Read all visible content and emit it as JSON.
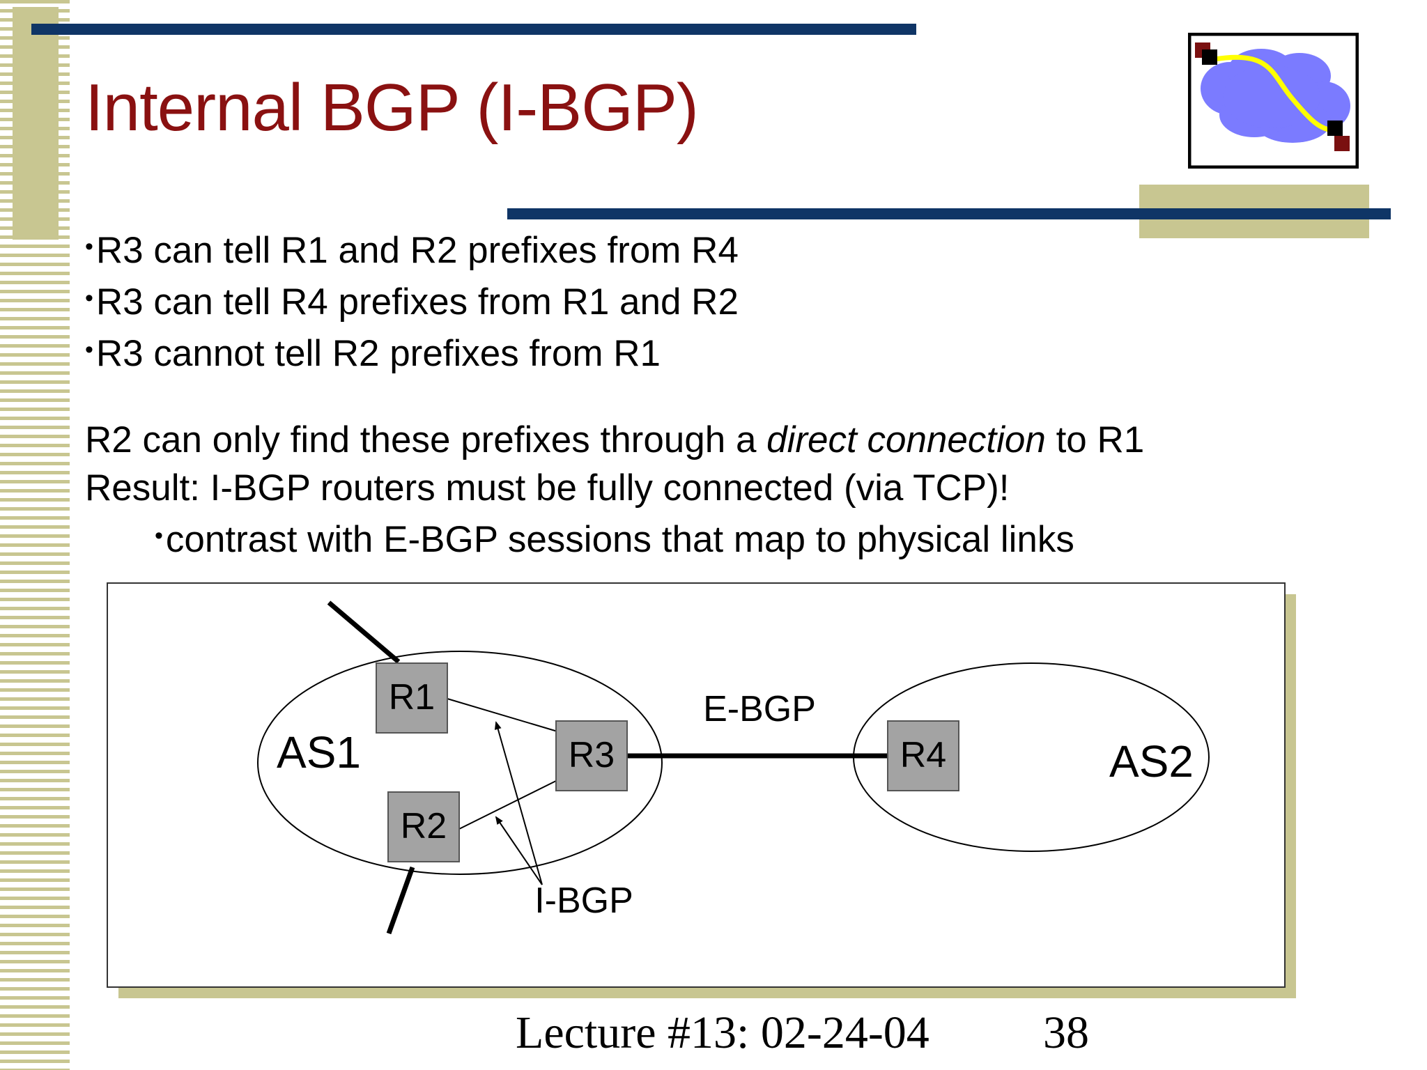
{
  "slide": {
    "title": "Internal BGP (I-BGP)",
    "bullets": [
      "R3 can tell R1 and R2 prefixes from R4",
      "R3 can tell R4 prefixes from R1 and R2",
      "R3 cannot tell R2 prefixes from R1"
    ],
    "para1": {
      "before": "R2 can only find these prefixes through a ",
      "emphasis": "direct connection",
      "after": " to R1"
    },
    "para2": "Result: I-BGP routers must be fully connected (via TCP)!",
    "sub_bullet": "contrast with E-BGP sessions that map to physical links"
  },
  "diagram": {
    "as1_label": "AS1",
    "as2_label": "AS2",
    "routers": [
      "R1",
      "R2",
      "R3",
      "R4"
    ],
    "ebgp_label": "E-BGP",
    "ibgp_label": "I-BGP"
  },
  "footer": {
    "lecture": "Lecture #13: 02-24-04",
    "page": "38"
  },
  "colors": {
    "title": "#8a1111",
    "bar": "#0f3566",
    "tan": "#c8c691",
    "router_fill": "#a3a3a3",
    "cloud": "#7b7bff",
    "path": "#ffff00"
  }
}
